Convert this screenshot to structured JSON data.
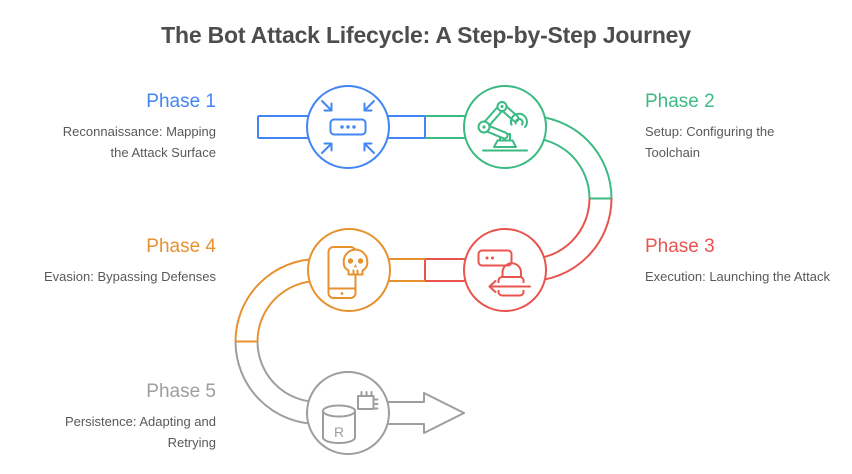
{
  "title": "The Bot Attack Lifecycle: A Step-by-Step Journey",
  "title_color": "#4b4d4f",
  "body_text_color": "#57595b",
  "background_color": "#ffffff",
  "phases": [
    {
      "label": "Phase 1",
      "description": "Reconnaissance: Mapping the Attack Surface",
      "color": "#4285f4",
      "icon": "converging-arrows-icon",
      "side": "left"
    },
    {
      "label": "Phase 2",
      "description": "Setup: Configuring the Toolchain",
      "color": "#3cba84",
      "icon": "robot-arm-icon",
      "side": "right"
    },
    {
      "label": "Phase 3",
      "description": "Execution: Launching the Attack",
      "color": "#e8544e",
      "icon": "unlocked-padlock-arrow-icon",
      "side": "right"
    },
    {
      "label": "Phase 4",
      "description": "Evasion: Bypassing Defenses",
      "color": "#e7912f",
      "icon": "phone-skull-icon",
      "side": "left"
    },
    {
      "label": "Phase 5",
      "description": "Persistence: Adapting and Retrying",
      "color": "#9e9e9e",
      "icon": "database-chip-icon",
      "side": "left"
    }
  ],
  "phase5_icon_letter": "R"
}
